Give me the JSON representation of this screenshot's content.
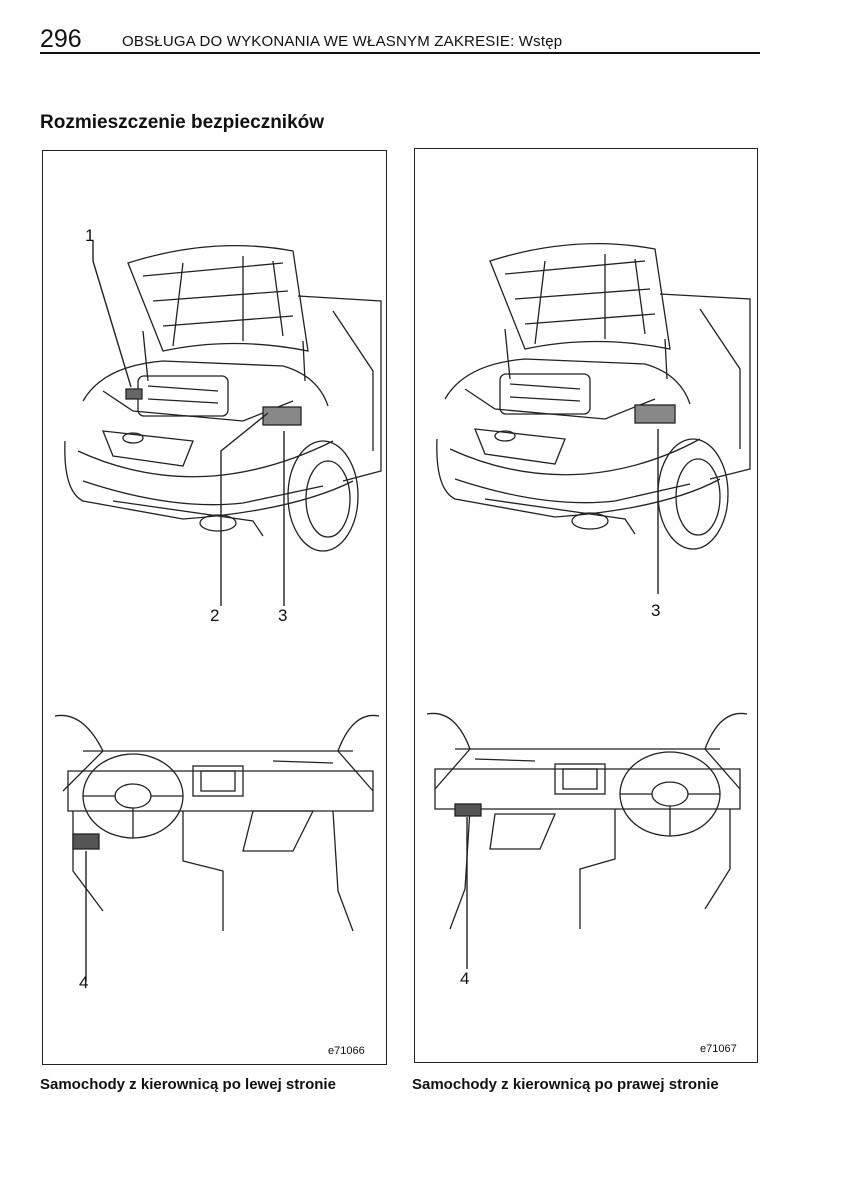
{
  "header": {
    "page_number": "296",
    "running_title": "OBSŁUGA DO WYKONANIA WE WŁASNYM ZAKRESIE: Wstęp"
  },
  "section": {
    "title": "Rozmieszczenie bezpieczników"
  },
  "figures": [
    {
      "code": "e71066",
      "callouts": [
        "1",
        "2",
        "3",
        "4"
      ],
      "caption": "Samochody z kierownicą po lewej stronie"
    },
    {
      "code": "e71067",
      "callouts": [
        "3",
        "4"
      ],
      "caption": "Samochody z kierownicą po prawej stronie"
    }
  ]
}
